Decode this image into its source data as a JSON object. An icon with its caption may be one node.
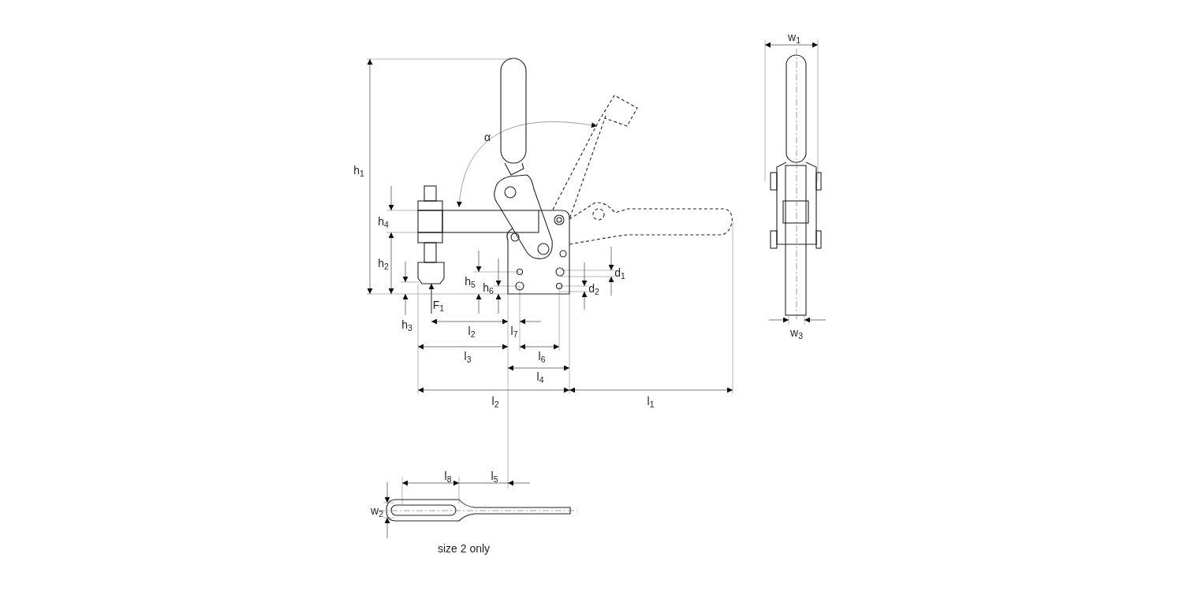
{
  "diagram": {
    "labels": [
      "w$_{1}$",
      "α",
      "h$_{1}$",
      "h$_{4}$",
      "h$_{2}$",
      "h$_{5}$",
      "h$_{6}$",
      "d$_{1}$",
      "d$_{2}$",
      "F$_{1}$",
      "h$_{3}$",
      "l$_{2}$",
      "l$_{7}$",
      "l$_{3}$",
      "l$_{6}$",
      "l$_{4}$",
      "l$_{2}$",
      "l$_{1}$",
      "w$_{3}$",
      "l$_{8}$",
      "l$_{5}$",
      "w$_{2}$",
      "size 2 only"
    ]
  }
}
